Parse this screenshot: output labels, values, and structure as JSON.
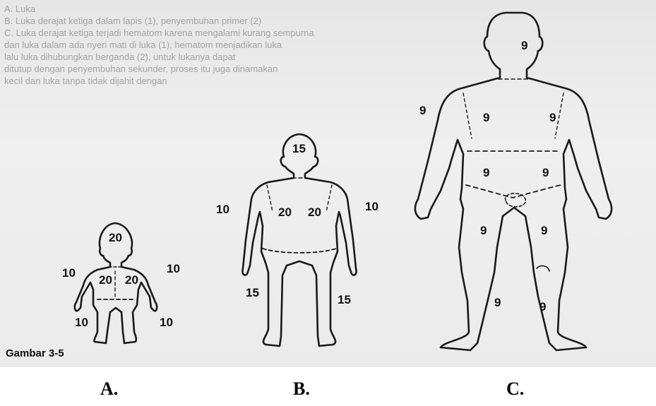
{
  "caption": "Gambar 3-5",
  "background_text": [
    "A. Luka",
    "B. Luka derajat ketiga dalam lapis (1), penyembuhan primer (2)",
    "C. Luka derajat ketiga terjadi hematom karena mengalami kurang sempurna",
    "dan luka dalam ada nyeri mati di luka (1), hematom menjadikan luka",
    "lalu luka dihubungkan berganda (2), untuk lukanya dapat",
    "ditutup dengan penyembuhan sekunder, proses itu juga dinamakan",
    "kecil dan luka tanpa tidak dijahit dengan"
  ],
  "figures": {
    "A": {
      "label": "A.",
      "head": "20",
      "arm_left": "10",
      "arm_right": "10",
      "trunk_front": "20",
      "trunk_back": "20",
      "leg_left": "10",
      "leg_right": "10"
    },
    "B": {
      "label": "B.",
      "head": "15",
      "arm_left": "10",
      "arm_right": "10",
      "trunk_front": "20",
      "trunk_back": "20",
      "leg_left": "15",
      "leg_right": "15"
    },
    "C": {
      "label": "C.",
      "head": "9",
      "chest_left": "9",
      "chest_right": "9",
      "arm": "9",
      "abdomen_left": "9",
      "abdomen_right": "9",
      "thigh_left": "9",
      "thigh_right": "9",
      "leg_left": "9",
      "leg_right": "9"
    }
  }
}
